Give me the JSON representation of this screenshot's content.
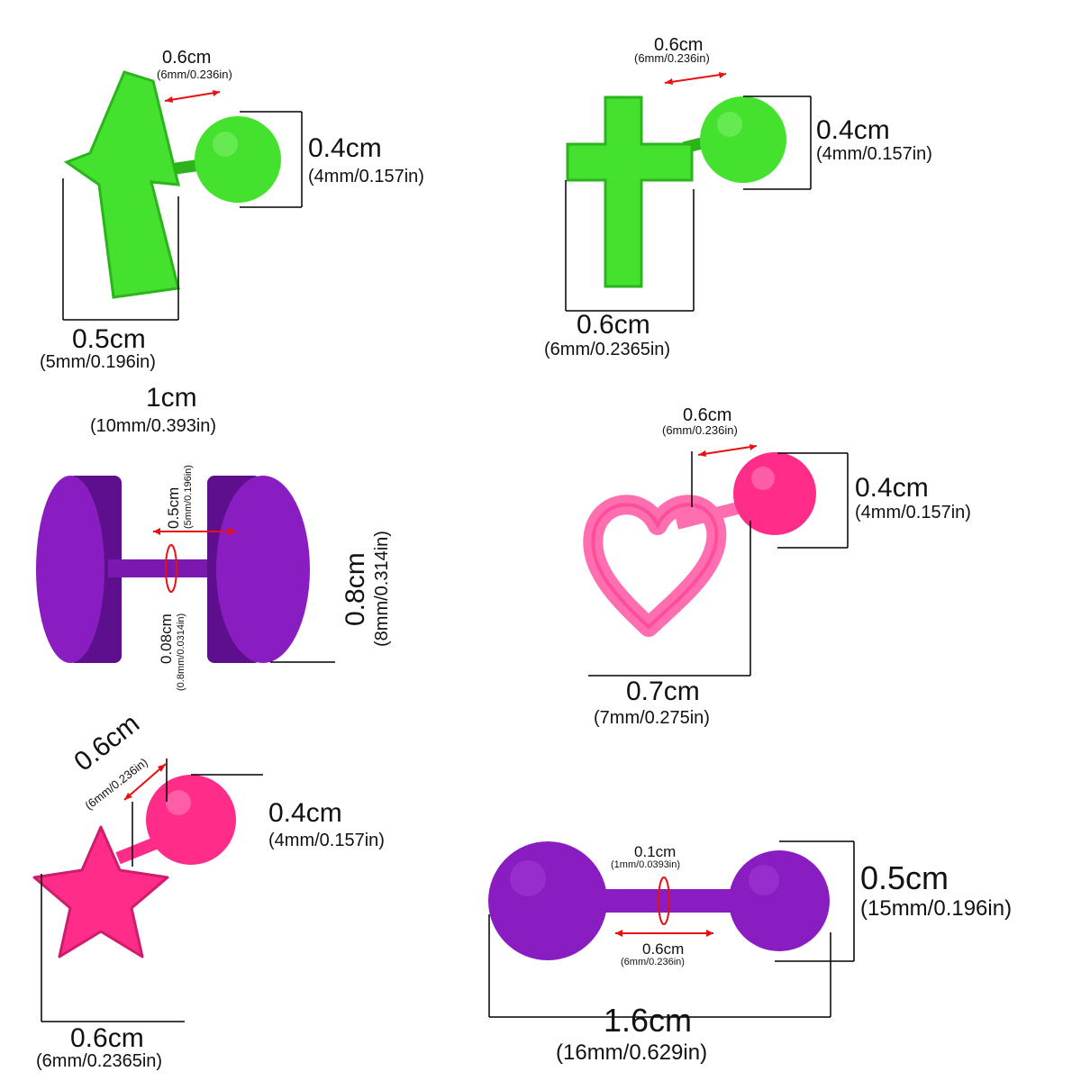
{
  "colors": {
    "green": "#44e22e",
    "green_dark": "#2cb41c",
    "purple": "#8a1dc2",
    "purple_dark": "#5e0f8e",
    "pink": "#ff2c8a",
    "pink_light": "#ff6fb0",
    "line": "#000000",
    "arrow": "#e81010"
  },
  "items": {
    "lightning": {
      "icon": "lightning-bolt-icon",
      "top_label": "0.6cm",
      "top_sub": "(6mm/0.236in)",
      "right_label": "0.4cm",
      "right_sub": "(4mm/0.157in)",
      "bottom_label": "0.5cm",
      "bottom_sub": "(5mm/0.196in)"
    },
    "cross": {
      "icon": "cross-icon",
      "top_label": "0.6cm",
      "top_sub": "(6mm/0.236in)",
      "right_label": "0.4cm",
      "right_sub": "(4mm/0.157in)",
      "bottom_label": "0.6cm",
      "bottom_sub": "(6mm/0.2365in)"
    },
    "plug": {
      "icon": "flesh-tunnel-plug-icon",
      "top_label": "1cm",
      "top_sub": "(10mm/0.393in)",
      "right_label": "0.8cm",
      "right_sub": "(8mm/0.314in)",
      "inner_top_label": "0.5cm",
      "inner_top_sub": "(5mm/0.196in)",
      "inner_bottom_label": "0.08cm",
      "inner_bottom_sub": "(0.8mm/0.0314in)"
    },
    "heart": {
      "icon": "heart-icon",
      "top_label": "0.6cm",
      "top_sub": "(6mm/0.236in)",
      "right_label": "0.4cm",
      "right_sub": "(4mm/0.157in)",
      "bottom_label": "0.7cm",
      "bottom_sub": "(7mm/0.275in)"
    },
    "star": {
      "icon": "star-icon",
      "top_label": "0.6cm",
      "top_sub": "(6mm/0.236in)",
      "right_label": "0.4cm",
      "right_sub": "(4mm/0.157in)",
      "bottom_label": "0.6cm",
      "bottom_sub": "(6mm/0.2365in)"
    },
    "barbell": {
      "icon": "barbell-icon",
      "inner_top_label": "0.1cm",
      "inner_top_sub": "(1mm/0.0393in)",
      "inner_bottom_label": "0.6cm",
      "inner_bottom_sub": "(6mm/0.236in)",
      "right_label": "0.5cm",
      "right_sub": "(15mm/0.196in)",
      "bottom_label": "1.6cm",
      "bottom_sub": "(16mm/0.629in)"
    }
  }
}
